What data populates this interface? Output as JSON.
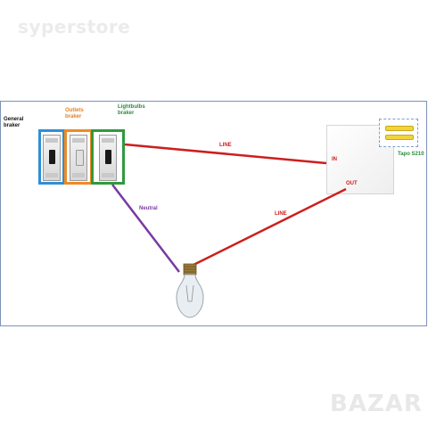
{
  "watermark": "syperstore",
  "brand_logo": "BAZAR",
  "labels": {
    "general_breaker": "General braker",
    "outlets_breaker": "Outlets braker",
    "lightbulbs_breaker": "Lightbulbs braker",
    "tapo": "Tapo S210",
    "line_top": "LINE",
    "line_bottom": "LINE",
    "neutral": "Neutral",
    "in": "IN",
    "out": "OUT"
  },
  "colors": {
    "line_wire": "#cc1f1f",
    "neutral_wire": "#7a3aa0",
    "general_frame": "#2e8fd6",
    "outlets_frame": "#f08a24",
    "lights_frame": "#2f9a3e"
  },
  "icons": [
    "circuit-breaker-icon",
    "smart-switch-icon",
    "lightbulb-icon"
  ]
}
